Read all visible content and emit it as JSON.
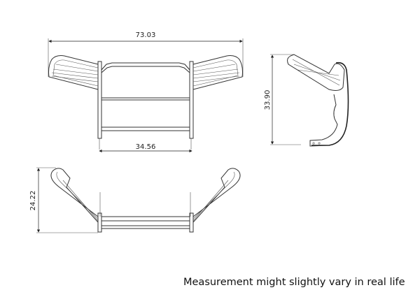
{
  "dimensions": {
    "overall_width": "73.03",
    "post_spacing": "34.56",
    "side_height": "33.90",
    "top_depth": "24.22"
  },
  "caption": "Measurement might slightly vary in real life"
}
